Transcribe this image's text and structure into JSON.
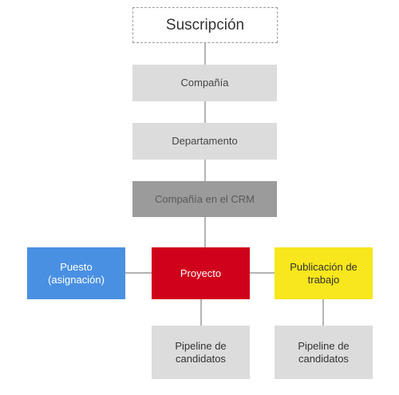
{
  "diagram": {
    "nodes": {
      "subscription": {
        "label": "Suscripción"
      },
      "company": {
        "label": "Compañía"
      },
      "department": {
        "label": "Departamento"
      },
      "crm_company": {
        "label": "Compañía en el CRM"
      },
      "position": {
        "label_line1": "Puesto",
        "label_line2": "(asignación)"
      },
      "project": {
        "label": "Proyecto"
      },
      "job_posting": {
        "label_line1": "Publicación de",
        "label_line2": "trabajo"
      },
      "pipeline_project": {
        "label_line1": "Pipeline de",
        "label_line2": "candidatos"
      },
      "pipeline_posting": {
        "label_line1": "Pipeline de",
        "label_line2": "candidatos"
      }
    },
    "edges": [
      {
        "from": "subscription",
        "to": "company"
      },
      {
        "from": "company",
        "to": "department"
      },
      {
        "from": "department",
        "to": "crm_company"
      },
      {
        "from": "crm_company",
        "to": "project"
      },
      {
        "from": "position",
        "to": "project"
      },
      {
        "from": "project",
        "to": "job_posting"
      },
      {
        "from": "project",
        "to": "pipeline_project"
      },
      {
        "from": "job_posting",
        "to": "pipeline_posting"
      }
    ],
    "colors": {
      "connector": "#9a9a9a",
      "neutral_box": "#dcdcdc",
      "crm_box": "#9b9b9b",
      "position_box": "#4a90e2",
      "project_box": "#d0021b",
      "posting_box": "#f8e71c"
    }
  }
}
